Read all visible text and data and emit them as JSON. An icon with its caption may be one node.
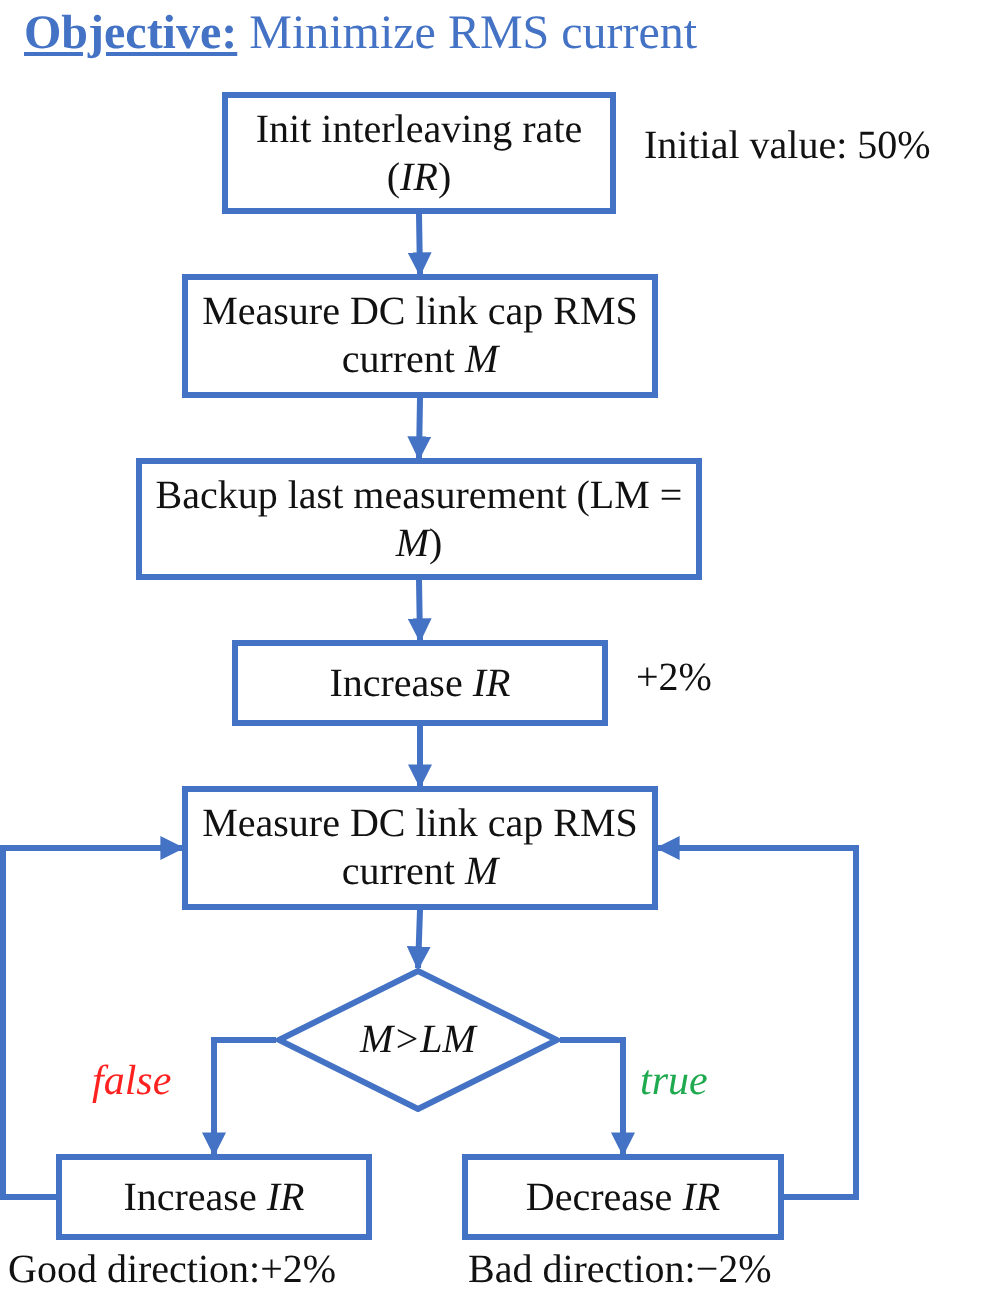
{
  "diagram": {
    "title": "**Objective:** Minimize RMS current",
    "nodes": [
      {
        "text": [
          "Init interleaving rate (*IR*)"
        ],
        "beside": [
          "Initial value: 50%"
        ]
      },
      {
        "text": [
          "Measure DC link cap RMS current *M*"
        ]
      },
      {
        "text": [
          "Backup last measurement (LM = *M*)"
        ]
      },
      {
        "text": [
          "Increase *IR*"
        ],
        "beside": [
          "+2%"
        ]
      },
      {
        "text": [
          "Measure DC link cap RMS current *M*"
        ]
      },
      {
        "text": [
          "M>LM"
        ]
      },
      {
        "text": [
          "Increase *IR*"
        ],
        "beside": [
          "Good direction:+2%"
        ]
      },
      {
        "text": [
          "Decrease *IR*"
        ],
        "beside": [
          "Bad direction:−2%"
        ]
      }
    ],
    "edges": [
      {
        "from": 0,
        "to": 1,
        "arrow": "to"
      },
      {
        "from": 1,
        "to": 2,
        "arrow": "to"
      },
      {
        "from": 2,
        "to": 3,
        "arrow": "to"
      },
      {
        "from": 3,
        "to": 4,
        "arrow": "to"
      },
      {
        "from": 4,
        "to": 5,
        "arrow": "to"
      },
      {
        "from": 5,
        "to": 6,
        "arrow": "to",
        "label": "false"
      },
      {
        "from": 5,
        "to": 7,
        "arrow": "to",
        "label": "true"
      },
      {
        "from": 6,
        "to": 4,
        "arrow": "to"
      },
      {
        "from": 7,
        "to": 4,
        "arrow": "to"
      }
    ]
  }
}
